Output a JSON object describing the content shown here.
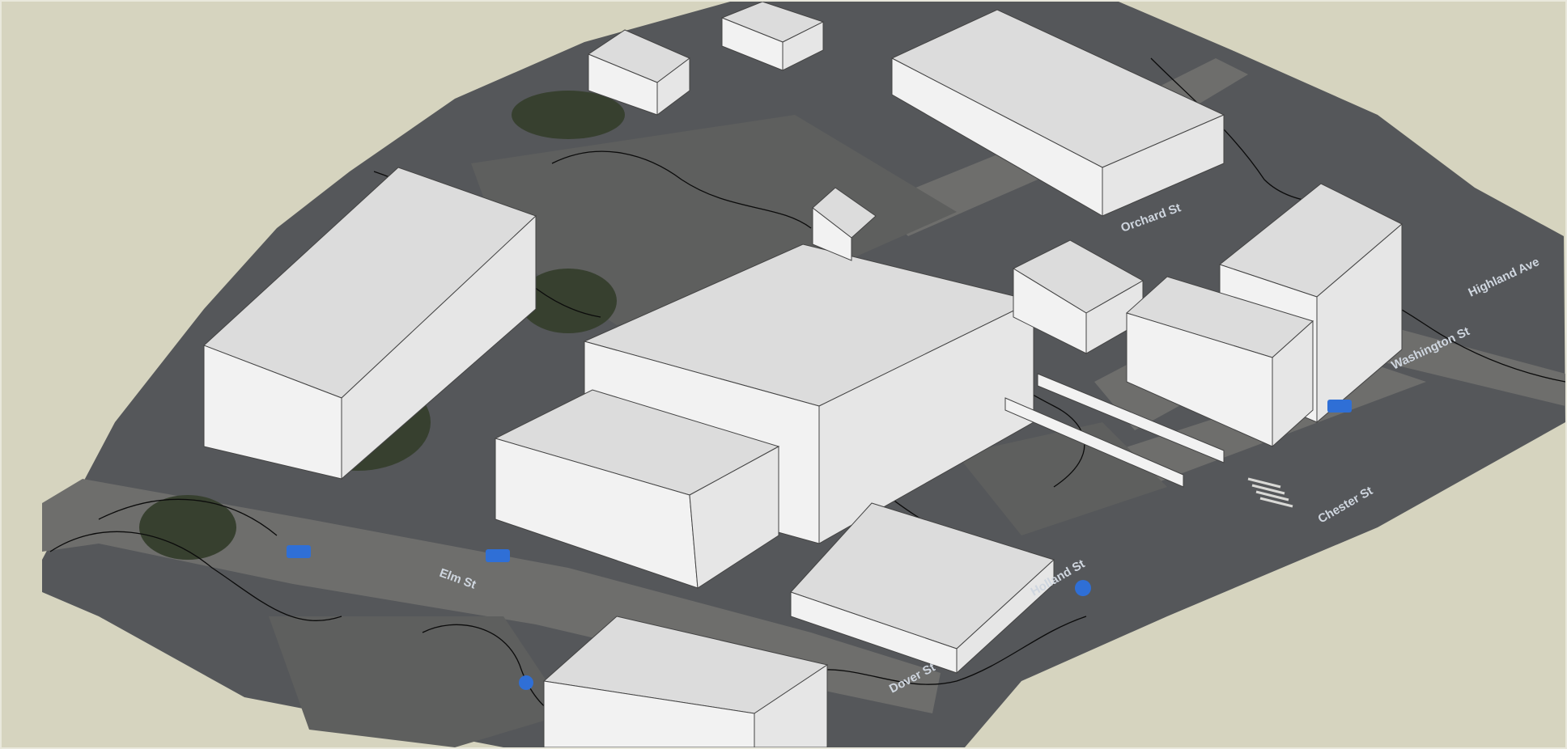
{
  "scene": {
    "kind": "3D massing model over aerial imagery",
    "colors": {
      "sky": "#d6d4bf",
      "ground": "#55575a",
      "road": "#6e6e6c",
      "parking": "#5e5f5e",
      "trees": "#37402f",
      "roof": "#dcdcdc",
      "wall_left": "#f2f2f2",
      "wall_right": "#e6e6e6",
      "parking_sign": "#2f6fd6",
      "contour": "#0b0b0b"
    },
    "street_labels": [
      "Orchard St",
      "Elm St",
      "Washington St",
      "Holland St",
      "Dover St",
      "Highland Ave",
      "Chester St"
    ],
    "parking_icon": "parking-sign-icon"
  }
}
